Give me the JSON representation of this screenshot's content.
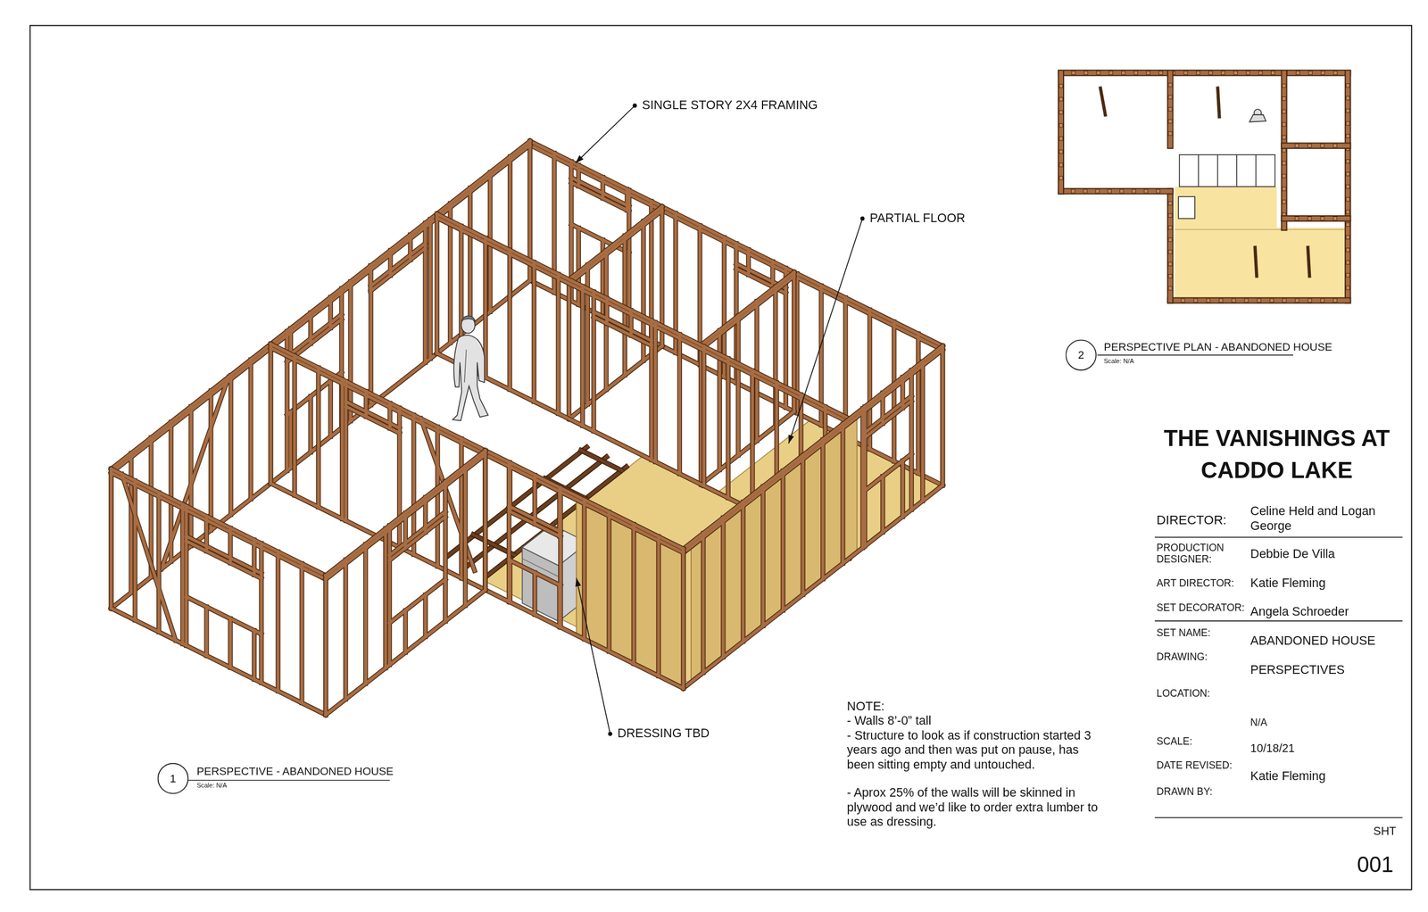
{
  "diagram": {
    "title": "THE VANISHINGS AT CADDO LAKE",
    "nodes": [
      {
        "text": [
          "1"
        ]
      },
      {
        "text": [
          "2"
        ]
      }
    ],
    "labels": [
      "SINGLE STORY 2X4 FRAMING",
      "PARTIAL FLOOR",
      "DRESSING TBD",
      "PERSPECTIVE - ABANDONED HOUSE",
      "Scale: N/A",
      "PERSPECTIVE PLAN - ABANDONED HOUSE",
      "Scale: N/A",
      "DIRECTOR:",
      "Celine Held and Logan George",
      "PRODUCTION DESIGNER:",
      "Debbie De Villa",
      "ART DIRECTOR:",
      "Katie Fleming",
      "SET DECORATOR:",
      "Angela Schroeder",
      "SET NAME:",
      "ABANDONED HOUSE",
      "DRAWING:",
      "PERSPECTIVES",
      "LOCATION:",
      "N/A",
      "SCALE:",
      "10/18/21",
      "DATE REVISED:",
      "Katie Fleming",
      "DRAWN BY:",
      "SHT",
      "001",
      "NOTE:",
      "- Walls 8’-0” tall",
      "- Structure to look as if construction started 3 years ago and then was put on pause, has been sitting empty and untouched.",
      "- Aprox 25% of the walls will be skinned in plywood and we’d like to order extra lumber to use as dressing."
    ]
  }
}
